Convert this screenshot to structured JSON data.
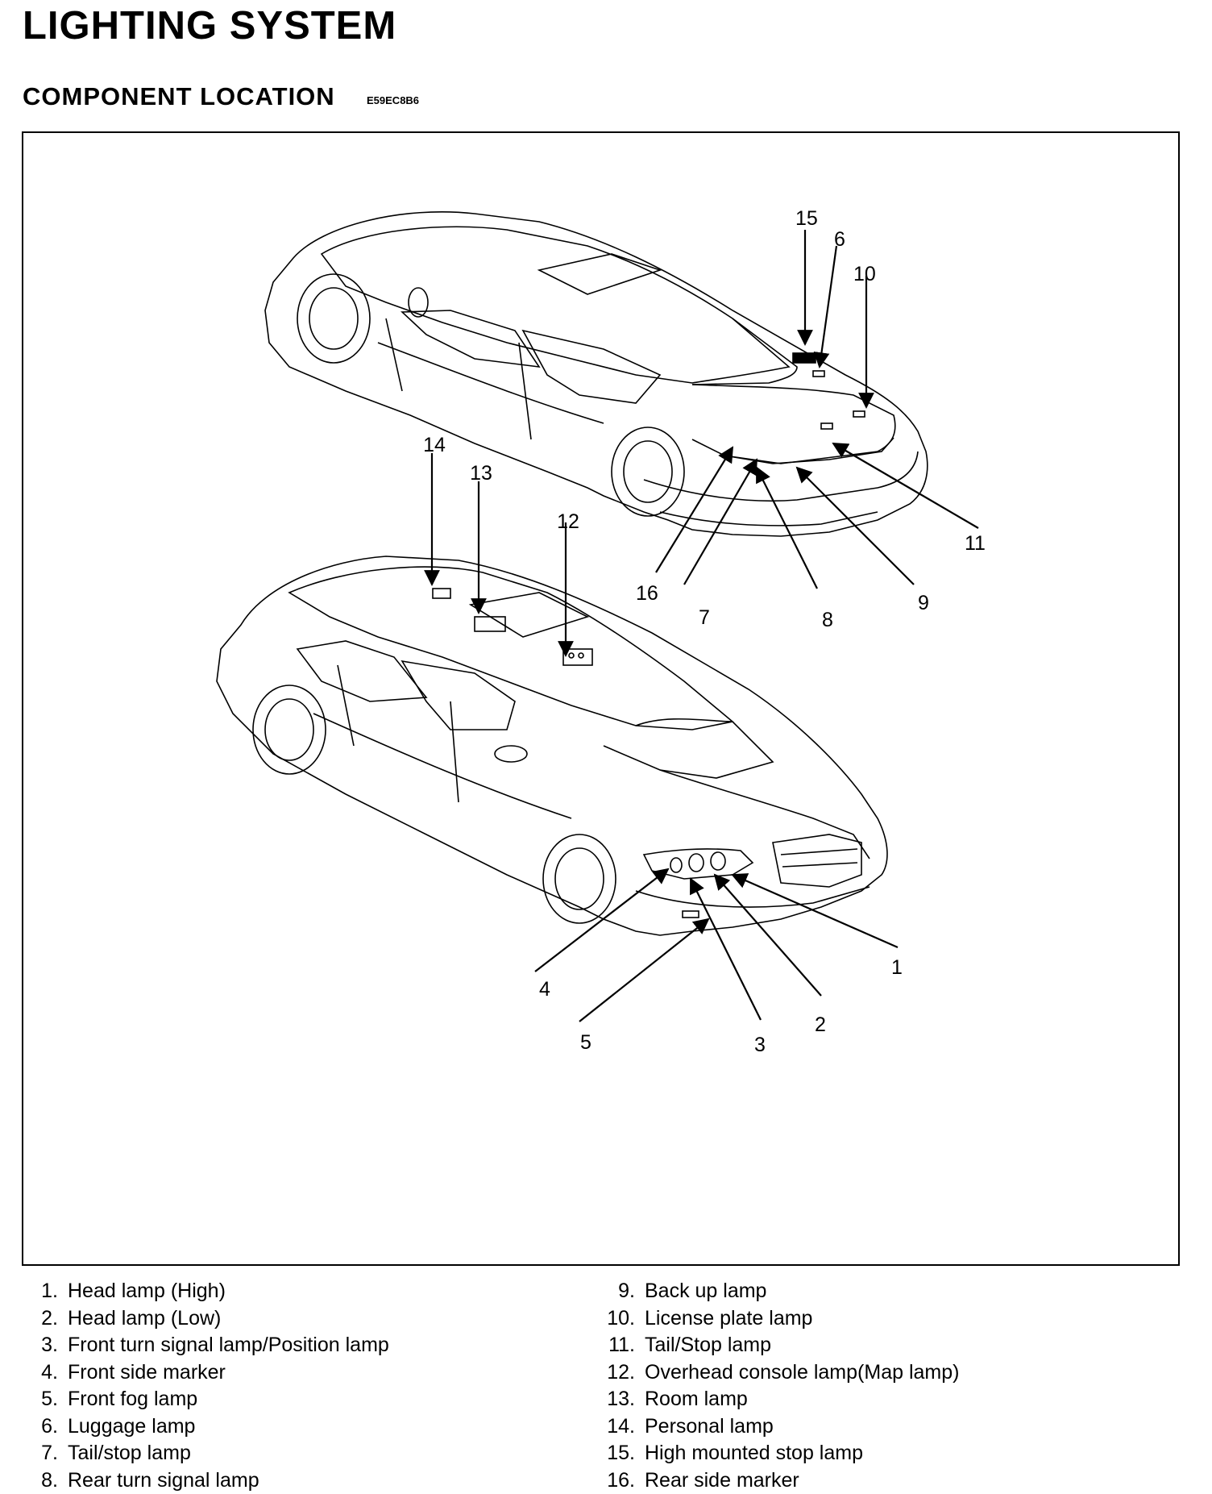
{
  "header": {
    "title": "LIGHTING SYSTEM",
    "subtitle": "COMPONENT LOCATION",
    "code": "E59EC8B6"
  },
  "figure": {
    "callouts": [
      "15",
      "6",
      "10",
      "14",
      "13",
      "12",
      "11",
      "16",
      "7",
      "8",
      "9",
      "1",
      "4",
      "2",
      "5",
      "3"
    ]
  },
  "legend": {
    "left": [
      {
        "num": "1.",
        "label": "Head lamp (High)"
      },
      {
        "num": "2.",
        "label": "Head lamp (Low)"
      },
      {
        "num": "3.",
        "label": "Front turn signal lamp/Position lamp"
      },
      {
        "num": "4.",
        "label": "Front side marker"
      },
      {
        "num": "5.",
        "label": "Front fog lamp"
      },
      {
        "num": "6.",
        "label": "Luggage lamp"
      },
      {
        "num": "7.",
        "label": "Tail/stop lamp"
      },
      {
        "num": "8.",
        "label": "Rear turn signal lamp"
      }
    ],
    "right": [
      {
        "num": "9.",
        "label": "Back up lamp"
      },
      {
        "num": "10.",
        "label": "License plate lamp"
      },
      {
        "num": "11.",
        "label": "Tail/Stop lamp"
      },
      {
        "num": "12.",
        "label": "Overhead console lamp(Map lamp)"
      },
      {
        "num": "13.",
        "label": "Room lamp"
      },
      {
        "num": "14.",
        "label": "Personal lamp"
      },
      {
        "num": "15.",
        "label": "High mounted stop lamp"
      },
      {
        "num": "16.",
        "label": "Rear side marker"
      }
    ]
  }
}
